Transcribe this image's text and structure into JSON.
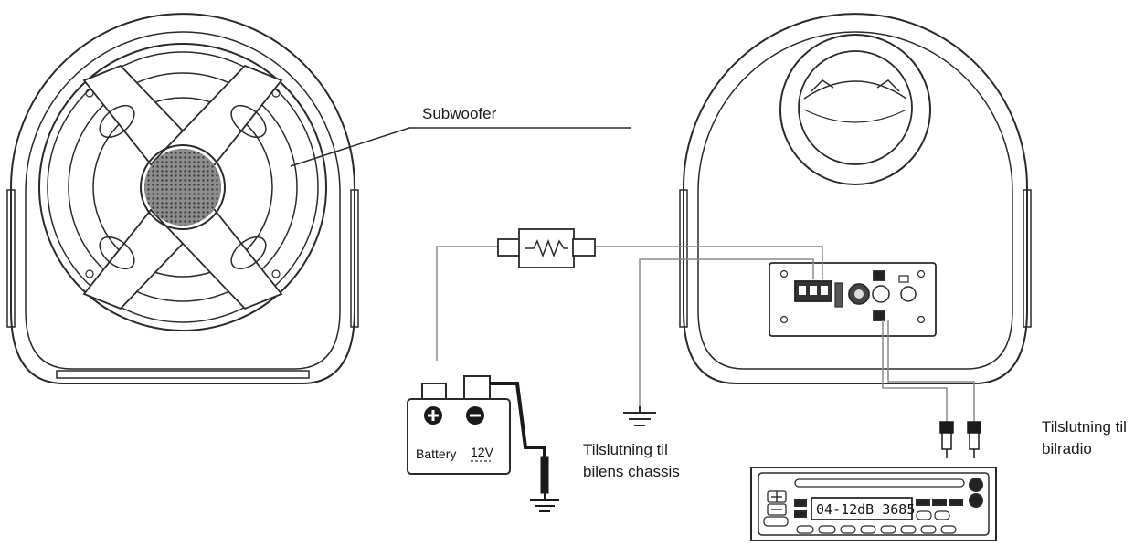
{
  "labels": {
    "subwoofer": "Subwoofer",
    "chassis_line1": "Tilslutning til",
    "chassis_line2": "bilens chassis",
    "radio_line1": "Tilslutning til",
    "radio_line2": "bilradio"
  },
  "battery": {
    "text": "Battery",
    "voltage": "12V",
    "plus": "+",
    "minus": "−"
  },
  "car_radio": {
    "display": "04-12dB 3685"
  },
  "colors": {
    "line": "#2a2a2a",
    "wire": "#8a8a8a",
    "grille": "#555555"
  }
}
